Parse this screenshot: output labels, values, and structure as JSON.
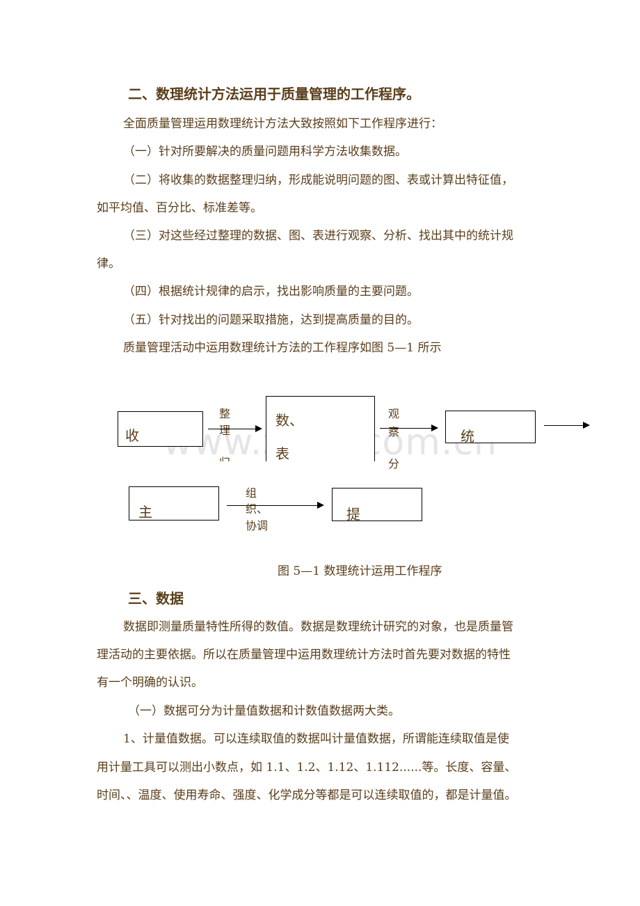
{
  "section2": {
    "heading": "二、数理统计方法运用于质量管理的工作程序。",
    "intro": "全面质量管理运用数理统计方法大致按照如下工作程序进行：",
    "step1": "（一）针对所要解决的质量问题用科学方法收集数据。",
    "step2_line1": "（二）将收集的数据整理归纳，形成能说明问题的图、表或计算出特征值，",
    "step2_line2": "如平均值、百分比、标准差等。",
    "step3_line1": "（三）对这些经过整理的数据、图、表进行观察、分析、找出其中的统计规",
    "step3_line2": "律。",
    "step4": "（四）根据统计规律的启示，找出影响质量的主要问题。",
    "step5": "（五）针对找出的问题采取措施，达到提高质量的目的。",
    "figure_intro": "质量管理活动中运用数理统计方法的工作程序如图 5—1 所示"
  },
  "diagram": {
    "box_collect": "收",
    "box_data_line1": "数、",
    "box_data_line2": "表",
    "box_stats": "统",
    "box_main": "主",
    "box_improve": "提",
    "arrow1_label": [
      "整",
      "理",
      "归"
    ],
    "arrow2_label": [
      "观",
      "察",
      "分"
    ],
    "arrow3_label": [
      "组",
      "织、",
      "协调"
    ],
    "caption": "图 5—1 数理统计运用工作程序",
    "watermark": "www.zixin.com.cn"
  },
  "section3": {
    "heading": "三、数据",
    "para1_line1": "数据即测量质量特性所得的数值。数据是数理统计研究的对象，也是质量管",
    "para1_line2": "理活动的主要依据。所以在质量管理中运用数理统计方法时首先要对数据的特性",
    "para1_line3": "有一个明确的认识。",
    "sub1": "（一）数据可分为计量值数据和计数值数据两大类。",
    "item1_line1": "1、计量值数据。可以连续取值的数据叫计量值数据，所谓能连续取值是使",
    "item1_line2": "用计量工具可以测出小数点，如 1.1、1.2、1.12、1.112......等。长度、容量、",
    "item1_line3": "时间、、温度、使用寿命、强度、化学成分等都是可以连续取值的，都是计量值。"
  }
}
